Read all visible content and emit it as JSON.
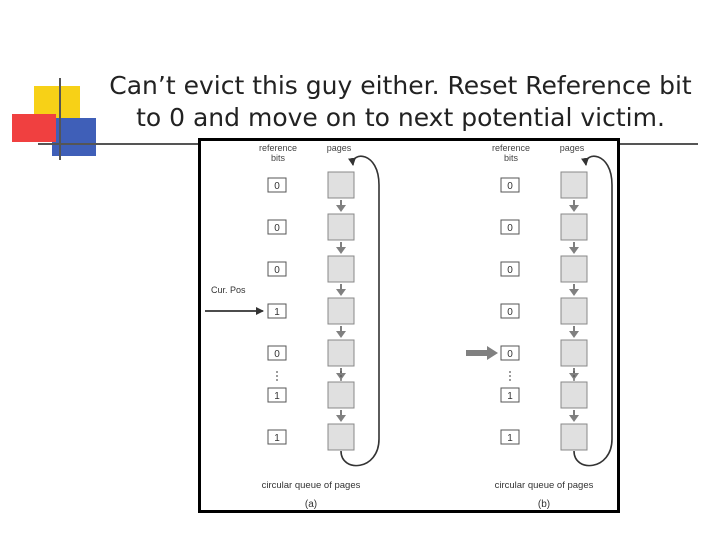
{
  "slide": {
    "title_line1": "Can’t evict this guy either. Reset Reference bit",
    "title_line2": "to 0 and move on to next potential victim."
  },
  "colors": {
    "yellow_square": "#F7D117",
    "red_square": "#F04040",
    "blue_square": "#3F5FB8",
    "page_box": "#E0E0E0",
    "arrow_gray": "#808080"
  },
  "figure": {
    "ref_header_line1": "reference",
    "ref_header_line2": "bits",
    "pages_header": "pages",
    "queue_caption": "circular queue of pages",
    "cur_pos_label": "Cur. Pos",
    "panels": [
      {
        "label": "(a)",
        "bits": [
          "0",
          "0",
          "0",
          "1",
          "0",
          "1",
          "1"
        ],
        "pointer_row": 3
      },
      {
        "label": "(b)",
        "bits": [
          "0",
          "0",
          "0",
          "0",
          "0",
          "1",
          "1"
        ],
        "pointer_row": 4
      }
    ]
  }
}
